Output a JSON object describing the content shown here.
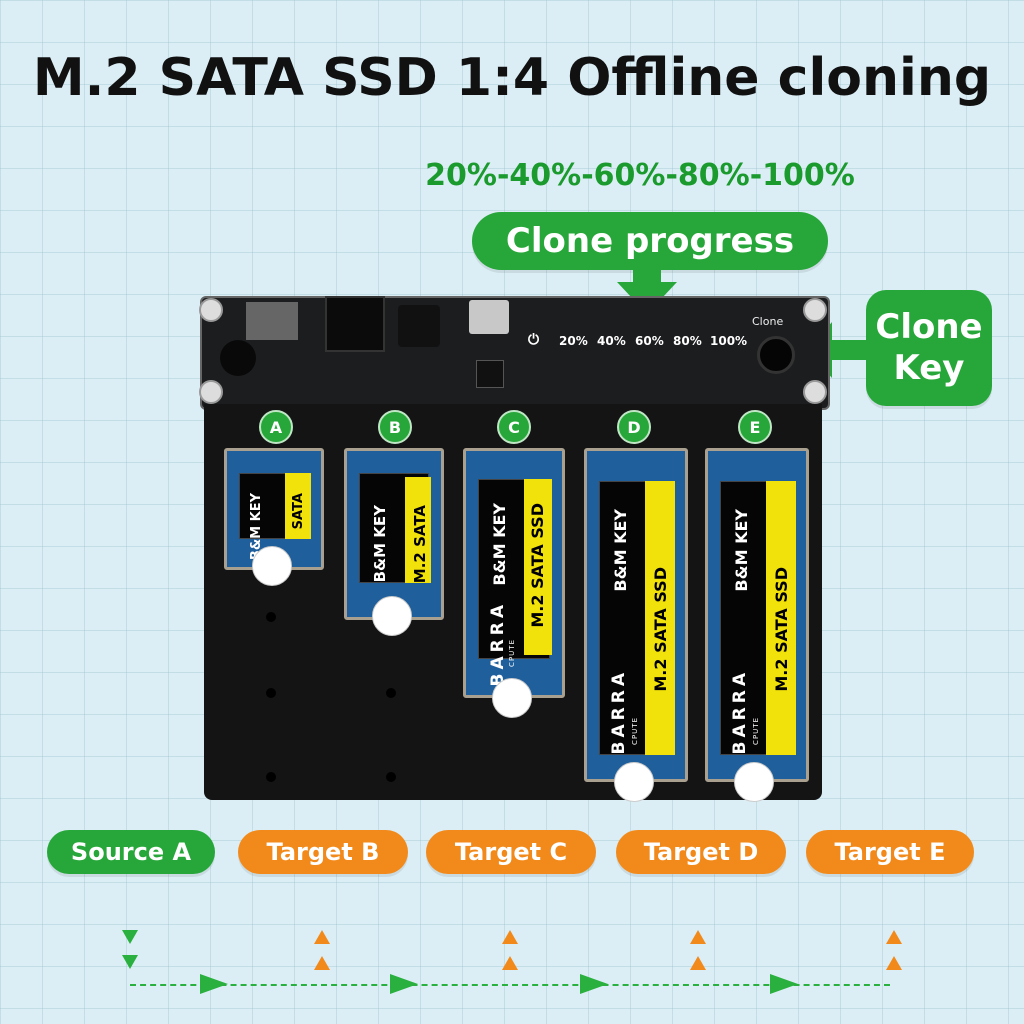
{
  "title": "M.2 SATA SSD 1:4 Offline cloning",
  "progress_scale": "20%-40%-60%-80%-100%",
  "badges": {
    "clone_progress": "Clone progress",
    "clone_key": "Clone\nKey"
  },
  "board": {
    "led_labels": [
      "20%",
      "40%",
      "60%",
      "80%",
      "100%"
    ],
    "clone_label": "Clone",
    "power_icon": "power-icon"
  },
  "slots": [
    {
      "letter": "A",
      "label_white": "B&M KEY",
      "label_yellow": "SATA"
    },
    {
      "letter": "B",
      "label_white": "B&M KEY",
      "label_yellow": "M.2 SATA"
    },
    {
      "letter": "C",
      "label_white": "B&M KEY",
      "label_yellow": "M.2 SATA SSD",
      "brand": "BARRA",
      "brand_small": "CPUTE"
    },
    {
      "letter": "D",
      "label_white": "B&M KEY",
      "label_yellow": "M.2 SATA SSD",
      "brand": "BARRA",
      "brand_small": "CPUTE"
    },
    {
      "letter": "E",
      "label_white": "B&M KEY",
      "label_yellow": "M.2 SATA SSD",
      "brand": "BARRA",
      "brand_small": "CPUTE"
    }
  ],
  "bottom_labels": [
    "Source A",
    "Target B",
    "Target C",
    "Target D",
    "Target E"
  ],
  "colors": {
    "green": "#27a739",
    "orange": "#f28a1b",
    "background": "#dbeef5"
  }
}
